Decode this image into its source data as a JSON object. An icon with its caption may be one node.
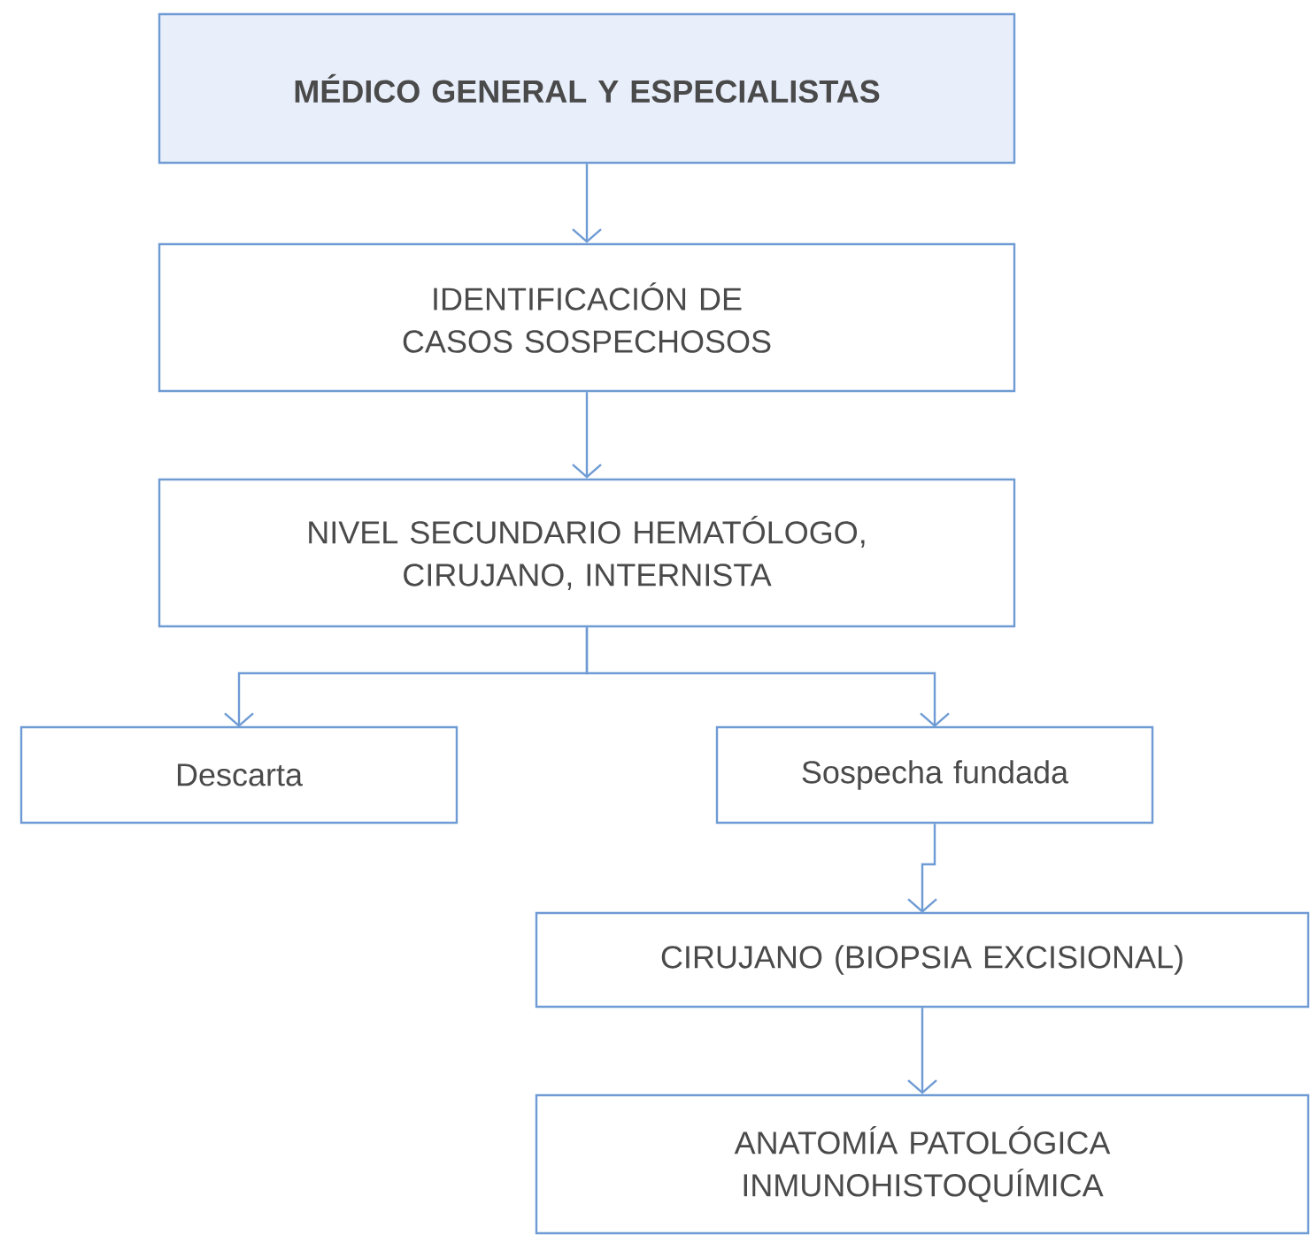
{
  "diagram": {
    "nodes": [
      {
        "text": [
          "MÉDICO GENERAL Y ESPECIALISTAS"
        ]
      },
      {
        "text": [
          "IDENTIFICACIÓN DE CASOS SOSPECHOSOS"
        ]
      },
      {
        "text": [
          "NIVEL SECUNDARIO HEMATÓLOGO, CIRUJANO, INTERNISTA"
        ]
      },
      {
        "text": [
          "Descarta"
        ]
      },
      {
        "text": [
          "Sospecha fundada"
        ]
      },
      {
        "text": [
          "CIRUJANO (BIOPSIA EXCISIONAL)"
        ]
      },
      {
        "text": [
          "ANATOMÍA PATOLÓGICA INMUNOHISTOQUÍMICA"
        ]
      }
    ],
    "edges": [
      {
        "from": 0,
        "to": 1,
        "arrow": "to"
      },
      {
        "from": 1,
        "to": 2,
        "arrow": "to"
      },
      {
        "from": 2,
        "to": 3,
        "arrow": "to"
      },
      {
        "from": 2,
        "to": 4,
        "arrow": "to"
      },
      {
        "from": 4,
        "to": 5,
        "arrow": "to"
      },
      {
        "from": 5,
        "to": 6,
        "arrow": "to"
      }
    ]
  }
}
